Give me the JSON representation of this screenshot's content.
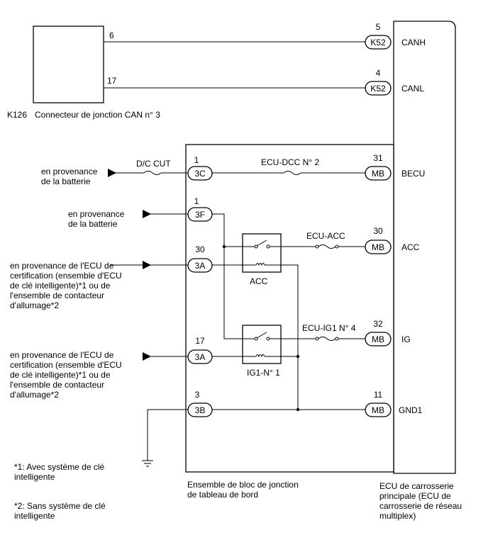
{
  "can_connector": {
    "id": "K126",
    "name": "Connecteur de jonction CAN n° 3",
    "pin_canh": "6",
    "pin_canl": "17"
  },
  "main_ecu": {
    "label_lines": [
      "ECU de carrosserie",
      "principale (ECU de",
      "carrosserie de réseau",
      "multiplex)"
    ],
    "terminals": [
      {
        "pin": "5",
        "conn": "K52",
        "signal": "CANH"
      },
      {
        "pin": "4",
        "conn": "K52",
        "signal": "CANL"
      },
      {
        "pin": "31",
        "conn": "MB",
        "signal": "BECU"
      },
      {
        "pin": "30",
        "conn": "MB",
        "signal": "ACC"
      },
      {
        "pin": "32",
        "conn": "MB",
        "signal": "IG"
      },
      {
        "pin": "11",
        "conn": "MB",
        "signal": "GND1"
      }
    ]
  },
  "junction_block": {
    "label_lines": [
      "Ensemble de bloc de jonction",
      "de tableau de bord"
    ],
    "inputs": [
      {
        "pin": "1",
        "conn": "3C"
      },
      {
        "pin": "1",
        "conn": "3F"
      },
      {
        "pin": "30",
        "conn": "3A"
      },
      {
        "pin": "17",
        "conn": "3A"
      },
      {
        "pin": "3",
        "conn": "3B"
      }
    ],
    "fuses": [
      "ECU-DCC N° 2",
      "ECU-ACC",
      "ECU-IG1 N° 4"
    ],
    "relays": [
      "ACC",
      "IG1-N° 1"
    ]
  },
  "external_fuse": "D/C CUT",
  "sources": [
    {
      "lines": [
        "en provenance",
        "de la batterie"
      ]
    },
    {
      "lines": [
        "en provenance",
        "de la batterie"
      ]
    },
    {
      "lines": [
        "en provenance de l'ECU de",
        "certification (ensemble d'ECU",
        "de clé intelligente)*1 ou de",
        "l'ensemble de contacteur",
        "d'allumage*2"
      ]
    },
    {
      "lines": [
        "en provenance de l'ECU de",
        "certification (ensemble d'ECU",
        "de clé intelligente)*1 ou de",
        "l'ensemble de contacteur",
        "d'allumage*2"
      ]
    }
  ],
  "footnotes": [
    {
      "lines": [
        "*1: Avec système de clé",
        "intelligente"
      ]
    },
    {
      "lines": [
        "*2: Sans système de clé",
        "intelligente"
      ]
    }
  ]
}
